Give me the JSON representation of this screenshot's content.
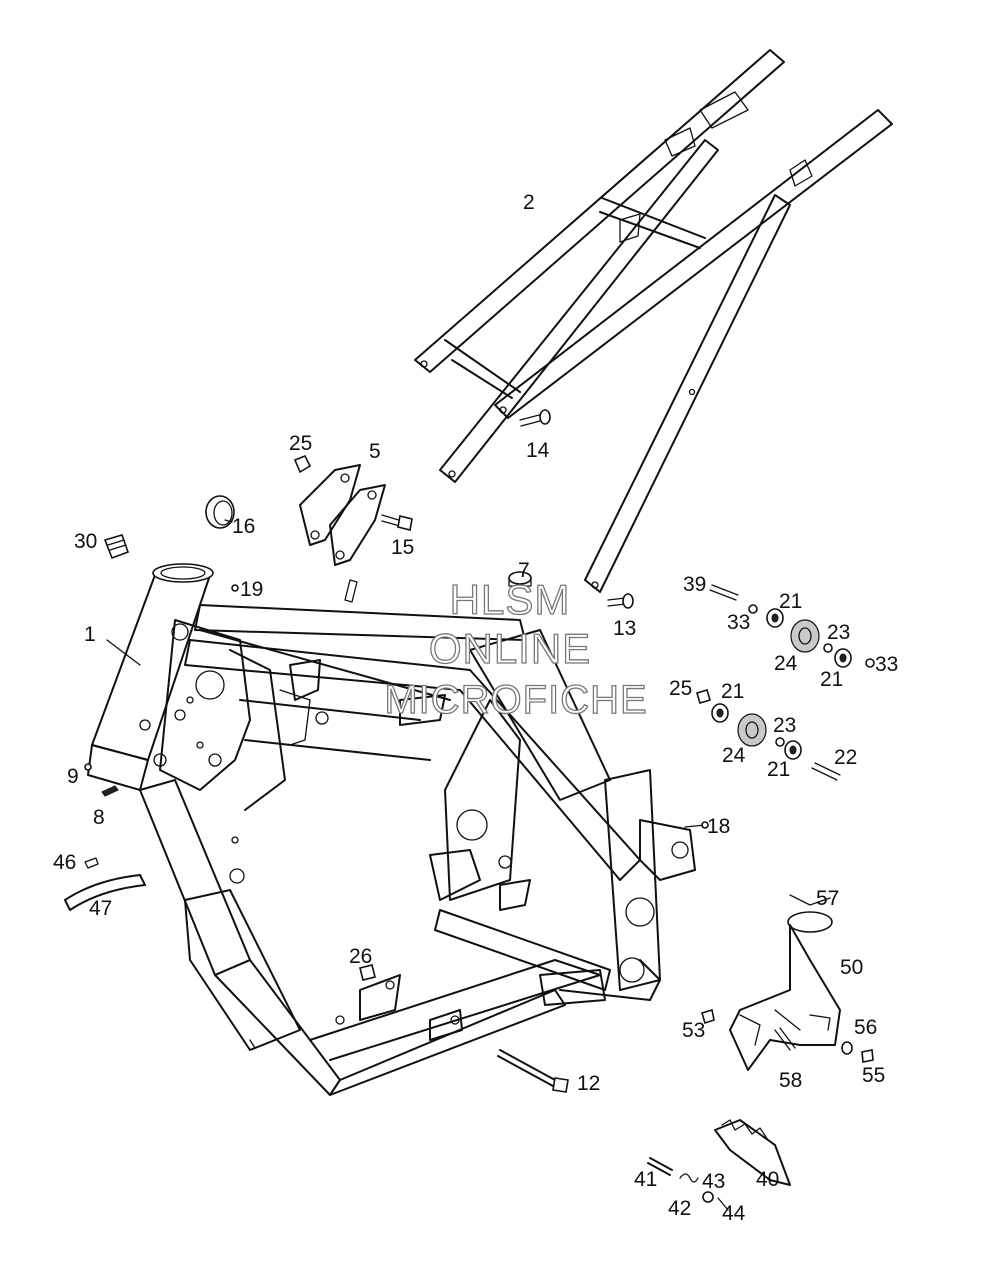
{
  "watermark": {
    "line1": "HLSM",
    "line2": "ONLINE",
    "line3": "MICROFICHE",
    "color": "#777777"
  },
  "callouts": {
    "c1": "1",
    "c2": "2",
    "c5": "5",
    "c7": "7",
    "c8": "8",
    "c9": "9",
    "c12": "12",
    "c13": "13",
    "c14": "14",
    "c15": "15",
    "c16": "16",
    "c18": "18",
    "c19": "19",
    "c21a": "21",
    "c21b": "21",
    "c21c": "21",
    "c21d": "21",
    "c22": "22",
    "c23a": "23",
    "c23b": "23",
    "c24a": "24",
    "c24b": "24",
    "c25a": "25",
    "c25b": "25",
    "c26": "26",
    "c30": "30",
    "c33a": "33",
    "c33b": "33",
    "c39": "39",
    "c40": "40",
    "c41": "41",
    "c42": "42",
    "c43": "43",
    "c44": "44",
    "c46": "46",
    "c47": "47",
    "c50": "50",
    "c53": "53",
    "c55": "55",
    "c56": "56",
    "c57": "57",
    "c58": "58"
  }
}
